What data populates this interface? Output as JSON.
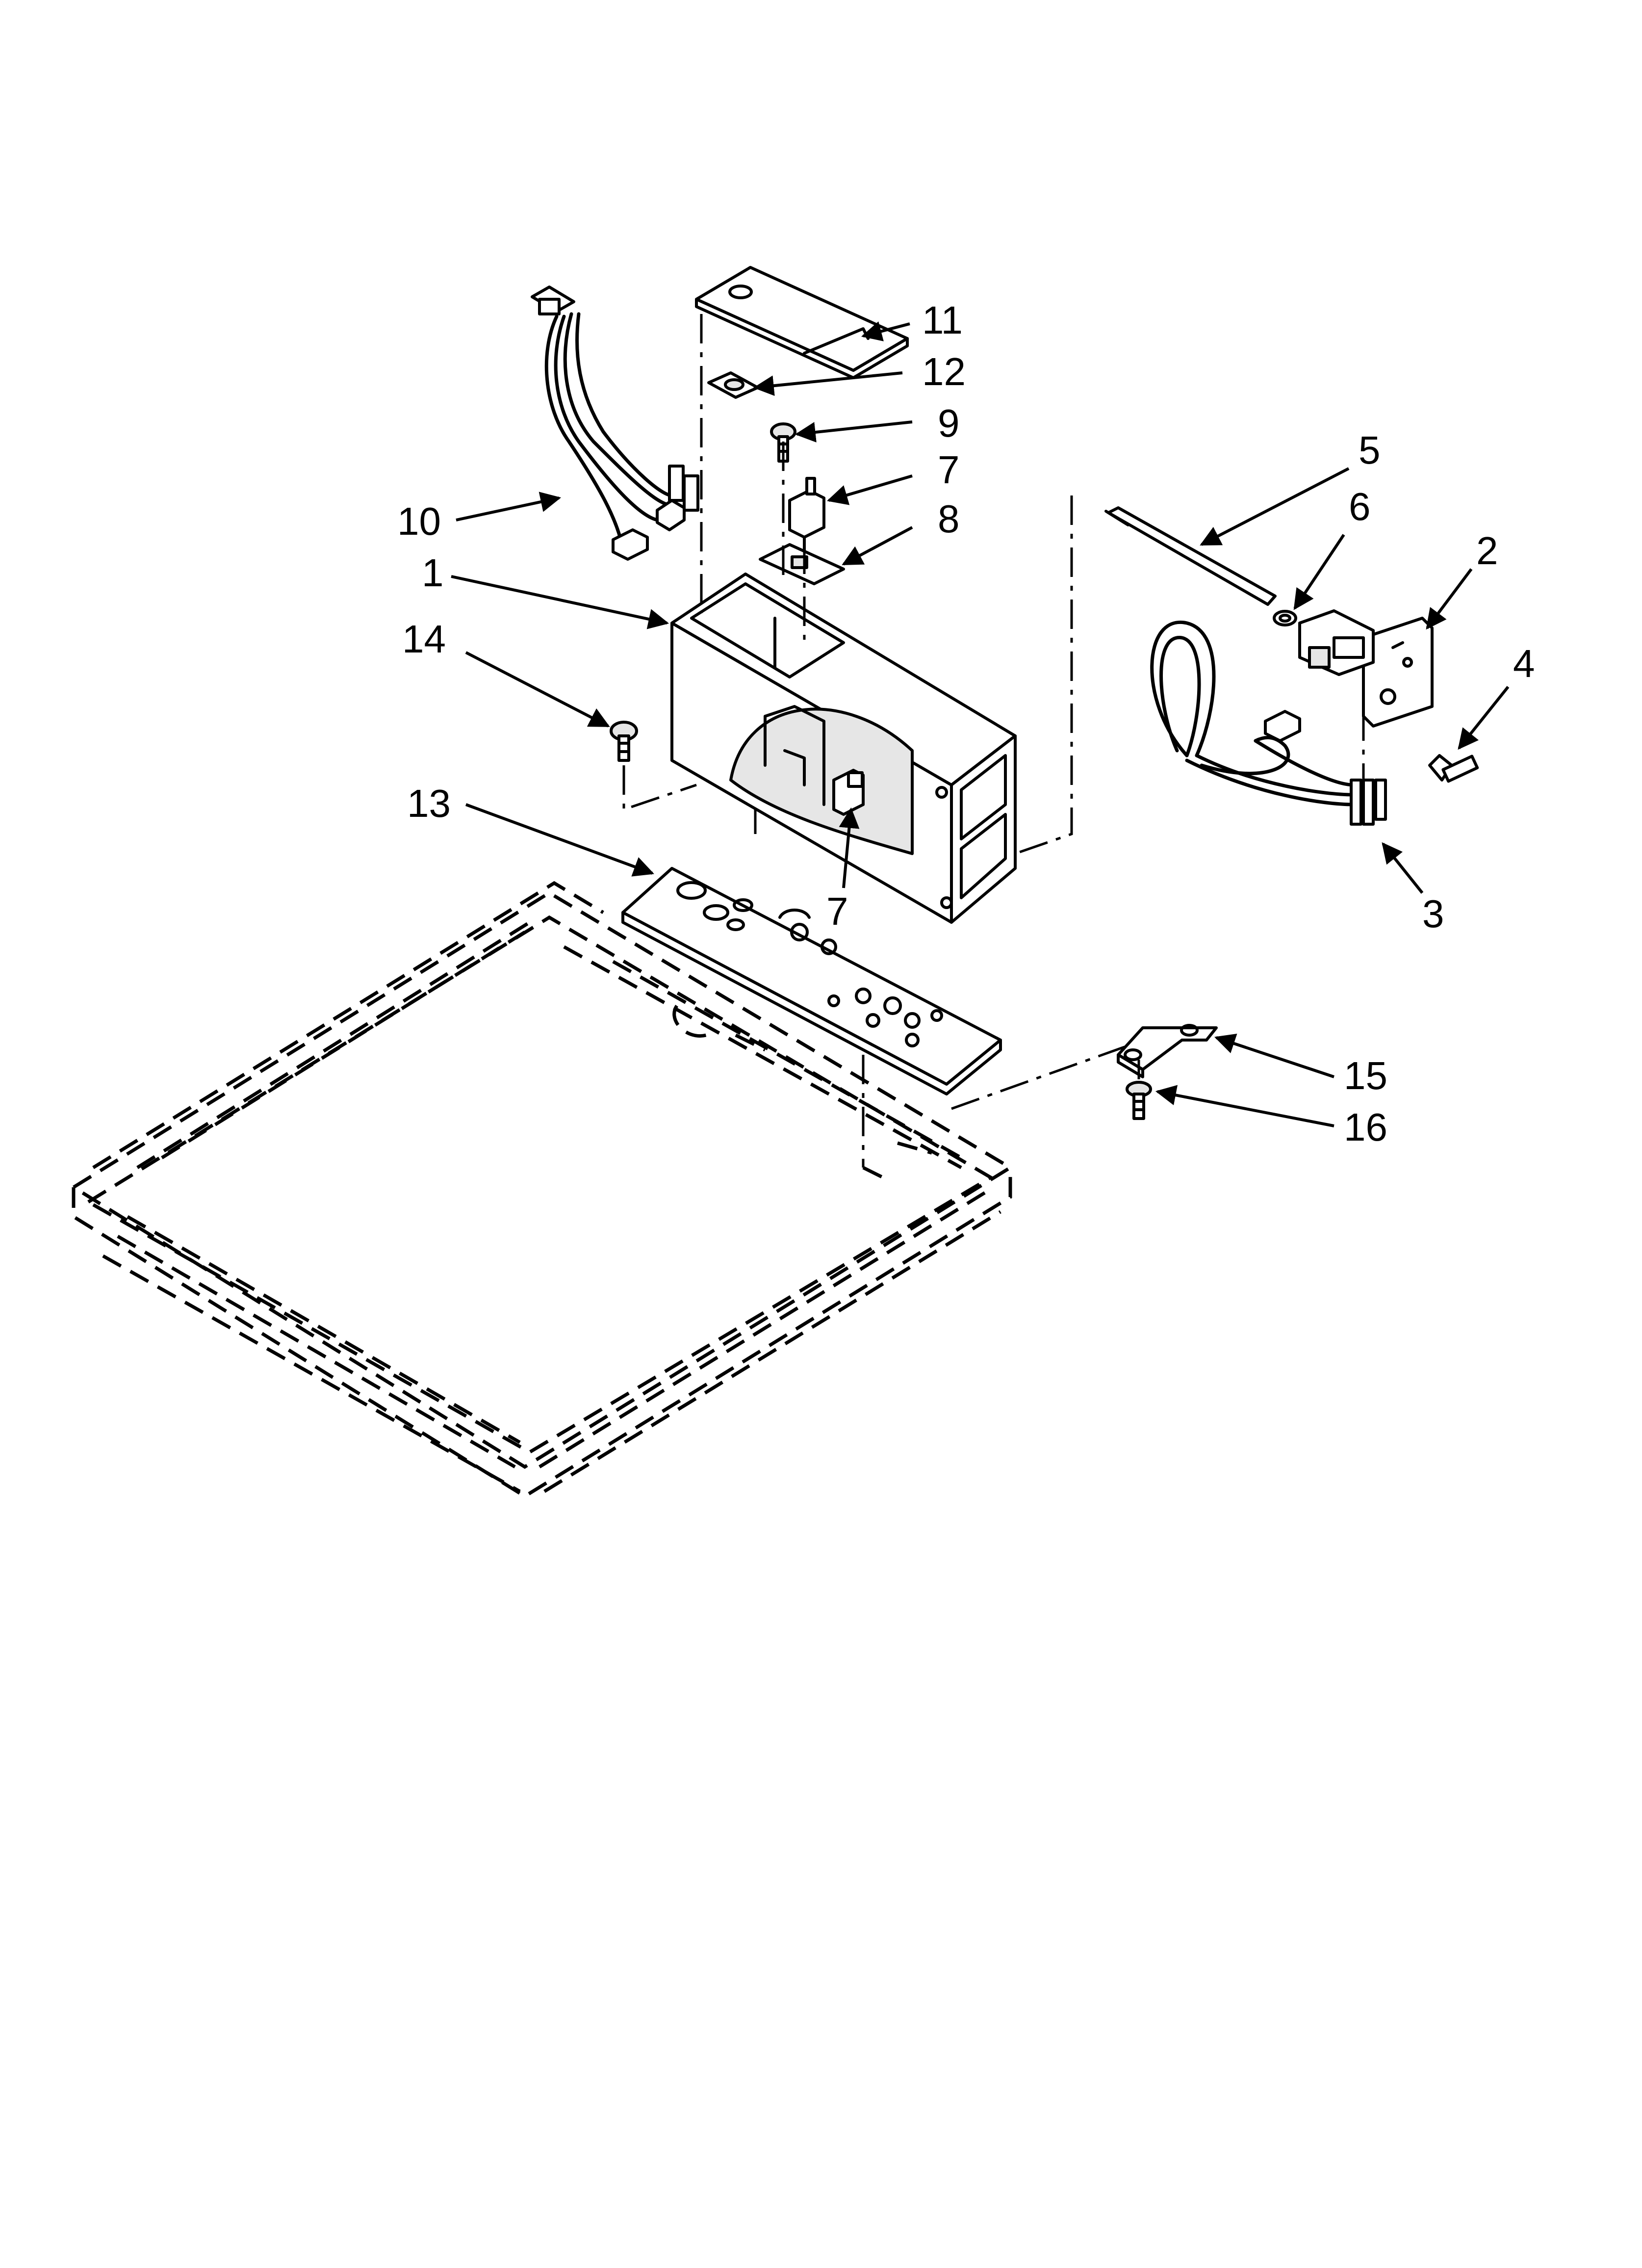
{
  "callouts": [
    {
      "id": "c11",
      "label": "11"
    },
    {
      "id": "c12",
      "label": "12"
    },
    {
      "id": "c9",
      "label": "9"
    },
    {
      "id": "c7a",
      "label": "7"
    },
    {
      "id": "c8",
      "label": "8"
    },
    {
      "id": "c10",
      "label": "10"
    },
    {
      "id": "c1",
      "label": "1"
    },
    {
      "id": "c14",
      "label": "14"
    },
    {
      "id": "c13",
      "label": "13"
    },
    {
      "id": "c7b",
      "label": "7"
    },
    {
      "id": "c5",
      "label": "5"
    },
    {
      "id": "c6",
      "label": "6"
    },
    {
      "id": "c2",
      "label": "2"
    },
    {
      "id": "c4",
      "label": "4"
    },
    {
      "id": "c3",
      "label": "3"
    },
    {
      "id": "c15",
      "label": "15"
    },
    {
      "id": "c16",
      "label": "16"
    }
  ]
}
